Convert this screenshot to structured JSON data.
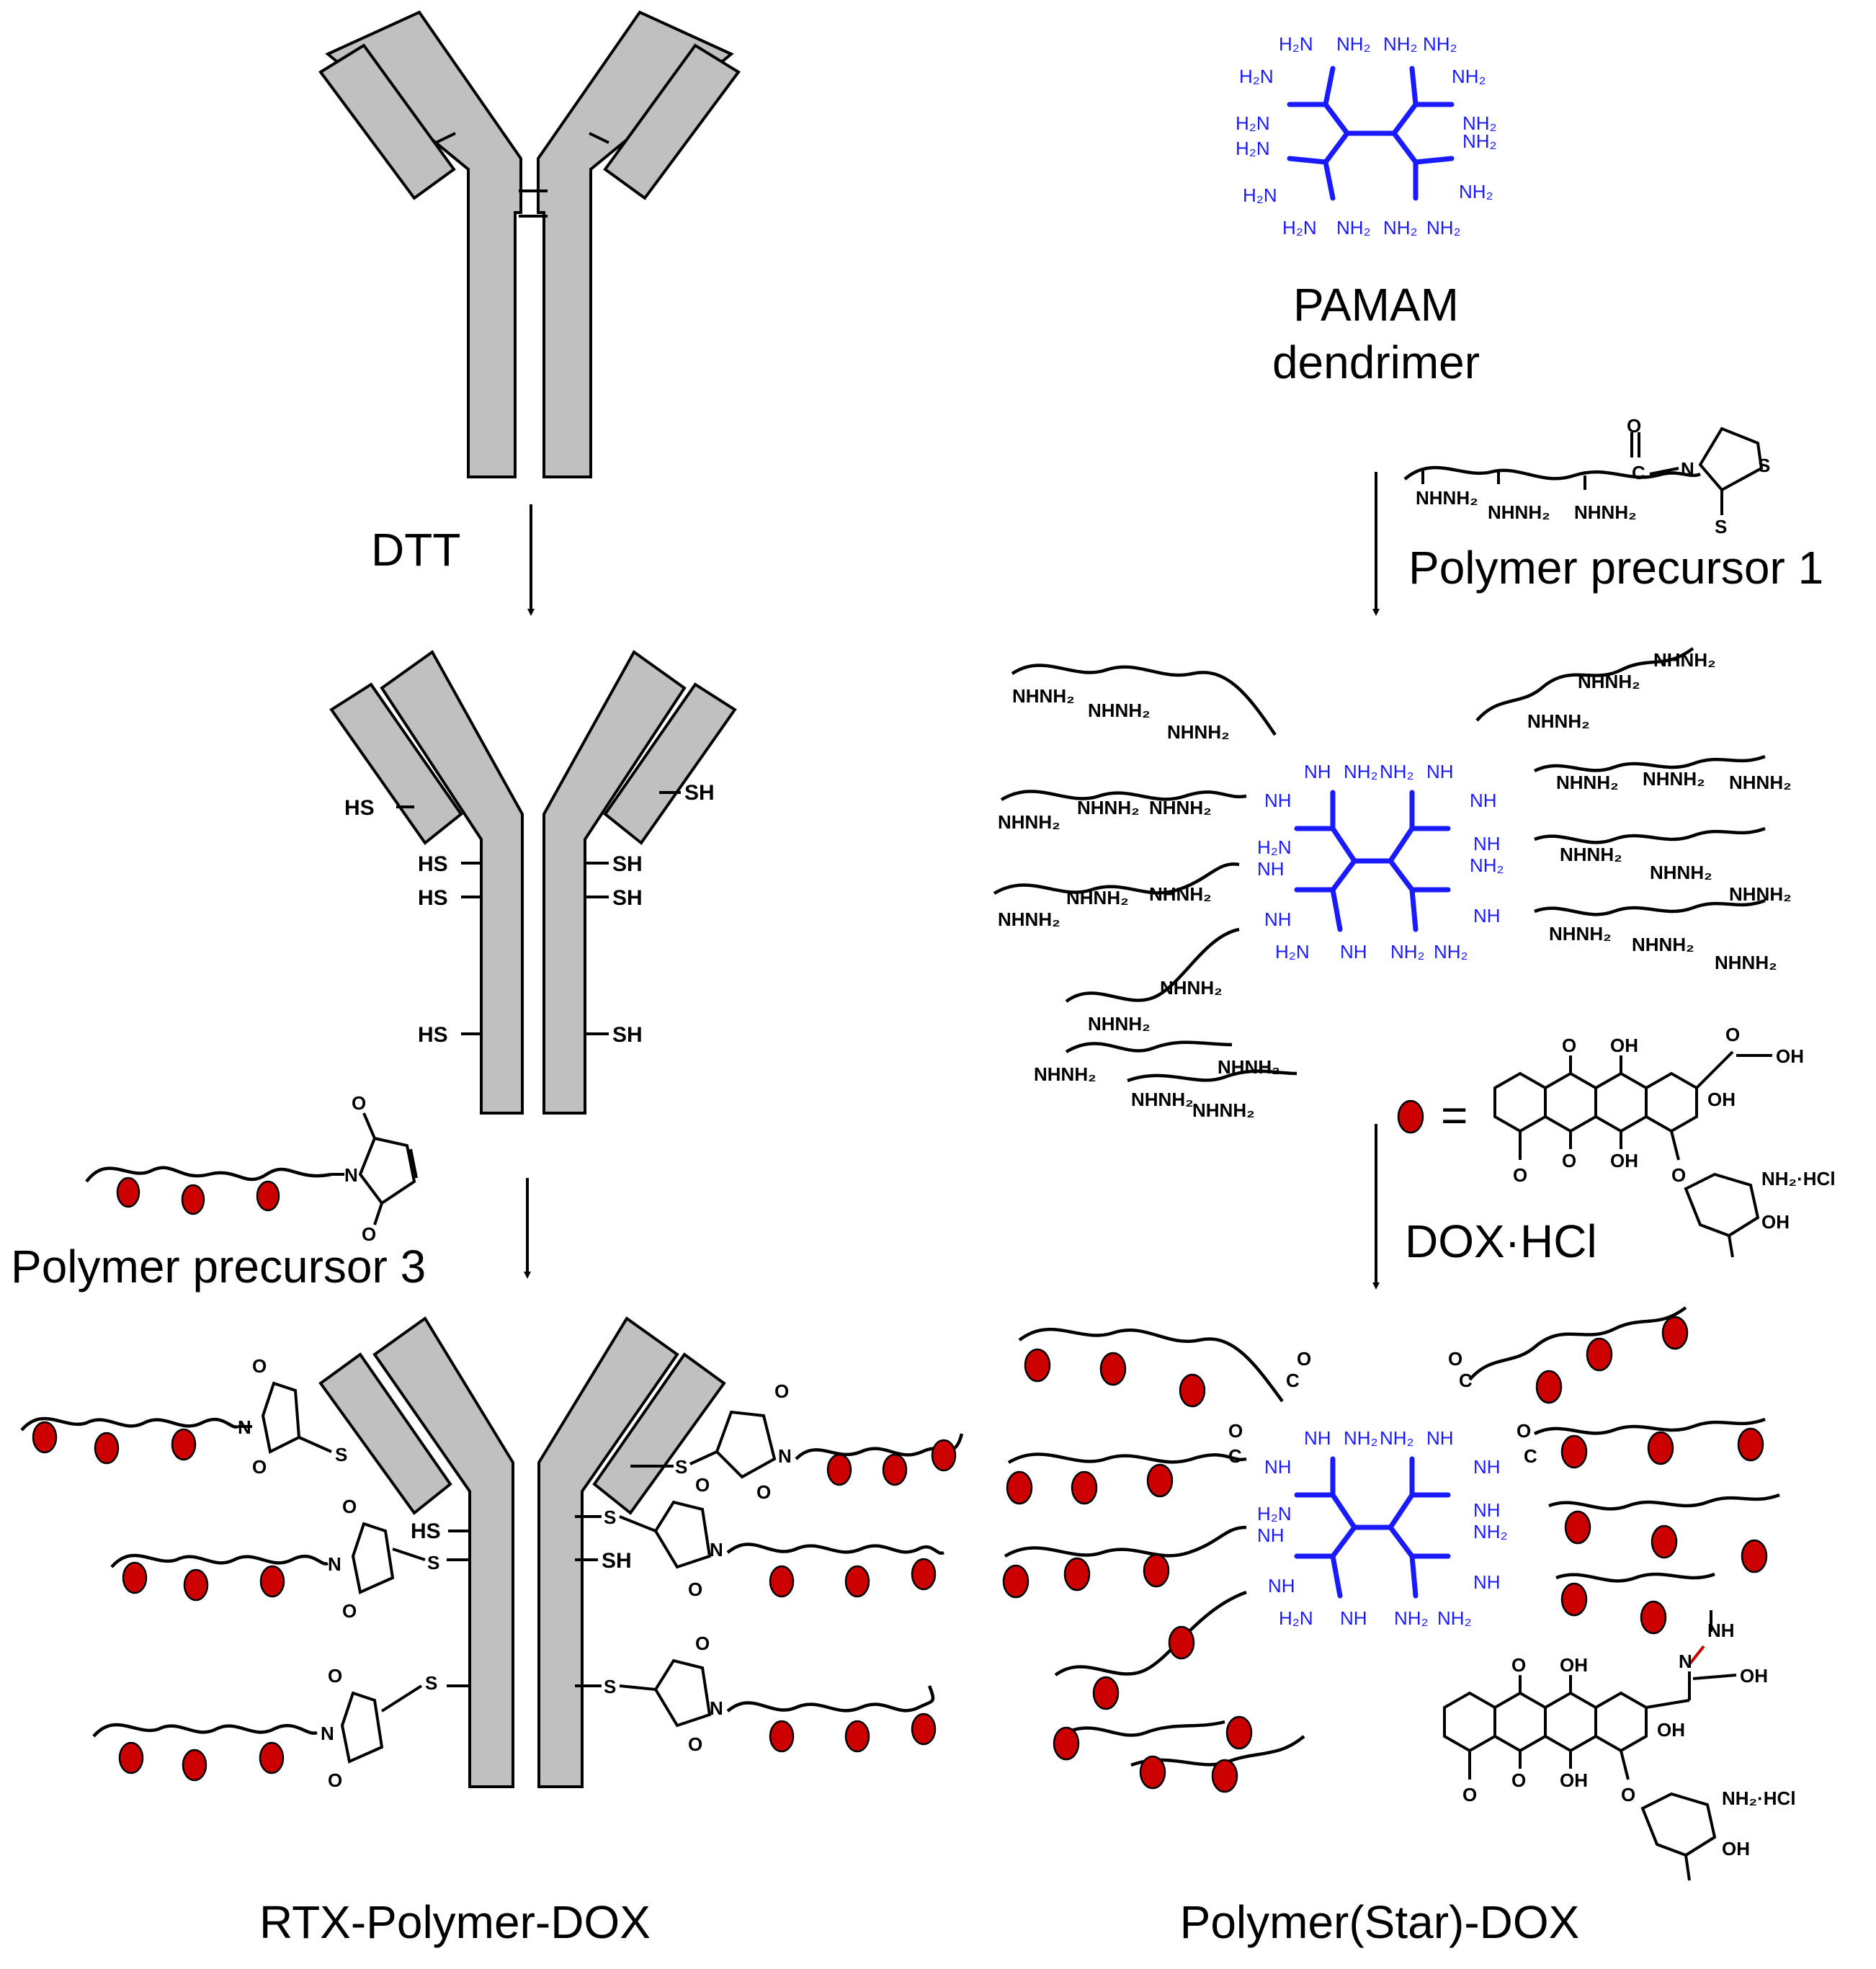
{
  "labels": {
    "step1_reagent": "DTT",
    "dendrimer_name_line1": "PAMAM",
    "dendrimer_name_line2": "dendrimer",
    "polymer_precursor_1": "Polymer precursor 1",
    "polymer_precursor_3": "Polymer precursor 3",
    "dox_reagent": "DOX·HCl",
    "legend_equals": "=",
    "product_left": "RTX-Polymer-DOX",
    "product_right": "Polymer(Star)-DOX"
  },
  "chem": {
    "thiol": "SH",
    "thiol_left": "HS",
    "sulfur": "S",
    "amine": "H₂N",
    "amine_r": "NH₂",
    "amide_nh": "NH",
    "carbonyl_o": "O",
    "carbon": "C",
    "nitrogen": "N",
    "hydrazide": "NHNH₂",
    "hydroxyl": "OH",
    "methoxy": "O",
    "amine_salt": "NH₂·HCl"
  },
  "colors": {
    "antibody_fill": "#c0c0c0",
    "dendrimer": "#1a1aff",
    "drug_bead": "#cc0000",
    "hydrazone_bond": "#cc0000"
  }
}
